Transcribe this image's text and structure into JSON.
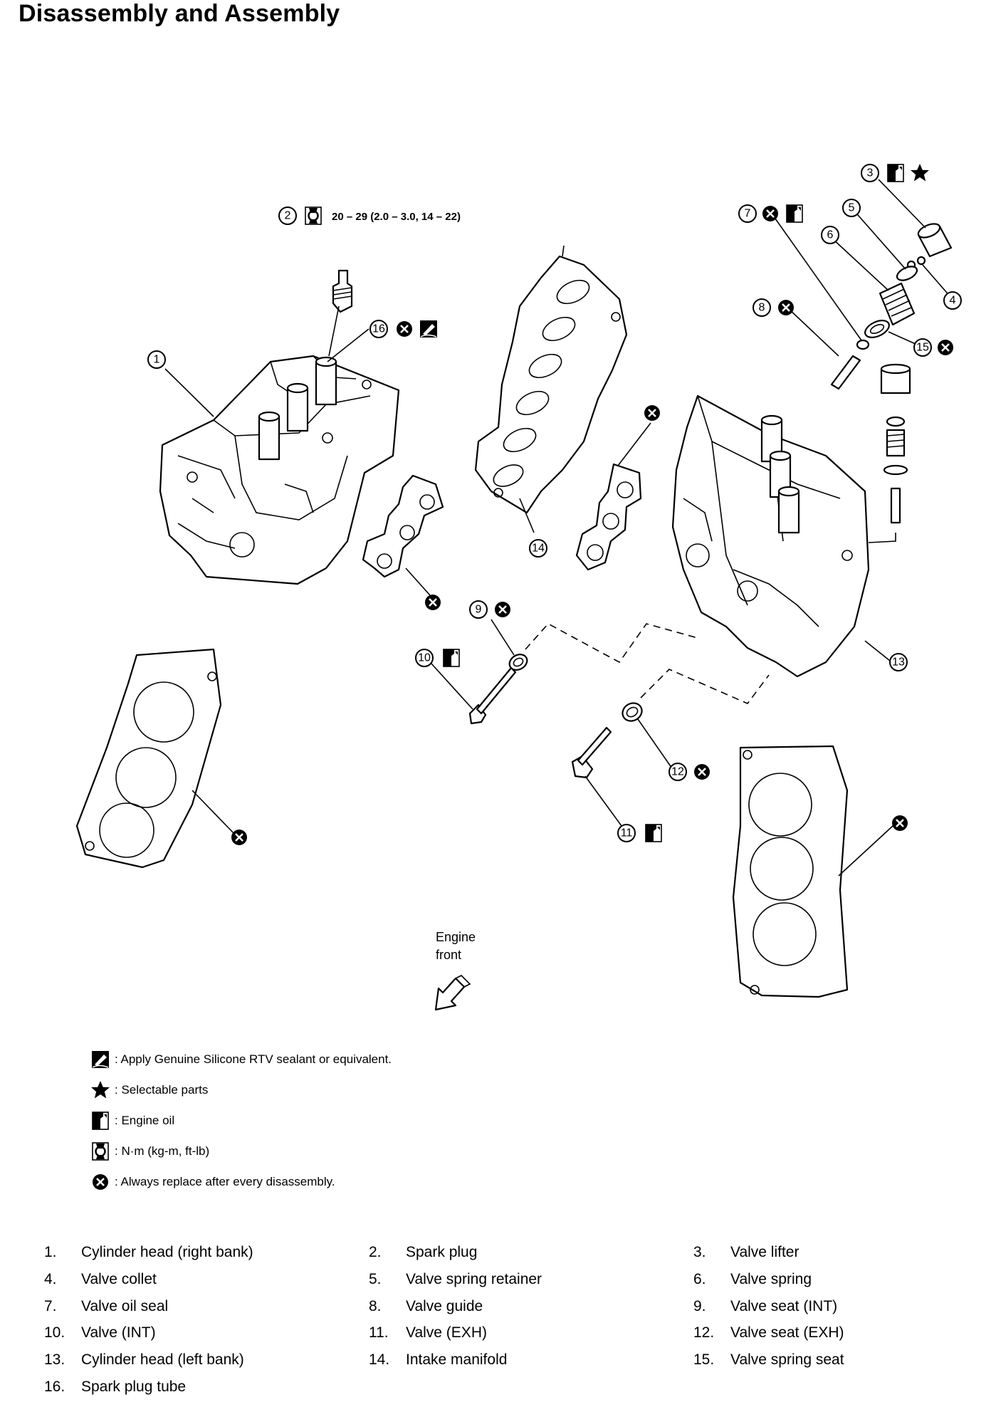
{
  "page_title": "Disassembly and Assembly",
  "torque_spec": "20 – 29 (2.0 – 3.0, 14 – 22)",
  "engine_front_label": [
    "Engine",
    "front"
  ],
  "callout_numbers": [
    "1",
    "2",
    "3",
    "4",
    "5",
    "6",
    "7",
    "8",
    "9",
    "10",
    "11",
    "12",
    "13",
    "14",
    "15",
    "16"
  ],
  "icons": {
    "sealant": "silicone-sealant-icon",
    "selectable": "star-icon",
    "oil": "engine-oil-icon",
    "torque": "torque-wrench-icon",
    "replace": "always-replace-icon"
  },
  "legend": [
    {
      "icon": "sealant-icon",
      "text": ": Apply Genuine Silicone RTV sealant or equivalent."
    },
    {
      "icon": "star-icon",
      "text": ": Selectable parts"
    },
    {
      "icon": "engine-oil-icon",
      "text": ": Engine oil"
    },
    {
      "icon": "torque-icon",
      "text": ": N·m (kg-m, ft-lb)"
    },
    {
      "icon": "replace-icon",
      "text": ": Always replace after every disassembly."
    }
  ],
  "parts_list": [
    {
      "num": "1.",
      "name": "Cylinder head (right bank)"
    },
    {
      "num": "2.",
      "name": "Spark plug"
    },
    {
      "num": "3.",
      "name": "Valve lifter"
    },
    {
      "num": "4.",
      "name": "Valve collet"
    },
    {
      "num": "5.",
      "name": "Valve spring retainer"
    },
    {
      "num": "6.",
      "name": "Valve spring"
    },
    {
      "num": "7.",
      "name": "Valve oil seal"
    },
    {
      "num": "8.",
      "name": "Valve guide"
    },
    {
      "num": "9.",
      "name": "Valve seat (INT)"
    },
    {
      "num": "10.",
      "name": "Valve (INT)"
    },
    {
      "num": "11.",
      "name": "Valve (EXH)"
    },
    {
      "num": "12.",
      "name": "Valve seat (EXH)"
    },
    {
      "num": "13.",
      "name": "Cylinder head (left bank)"
    },
    {
      "num": "14.",
      "name": "Intake manifold"
    },
    {
      "num": "15.",
      "name": "Valve spring seat"
    },
    {
      "num": "16.",
      "name": "Spark plug tube"
    }
  ]
}
